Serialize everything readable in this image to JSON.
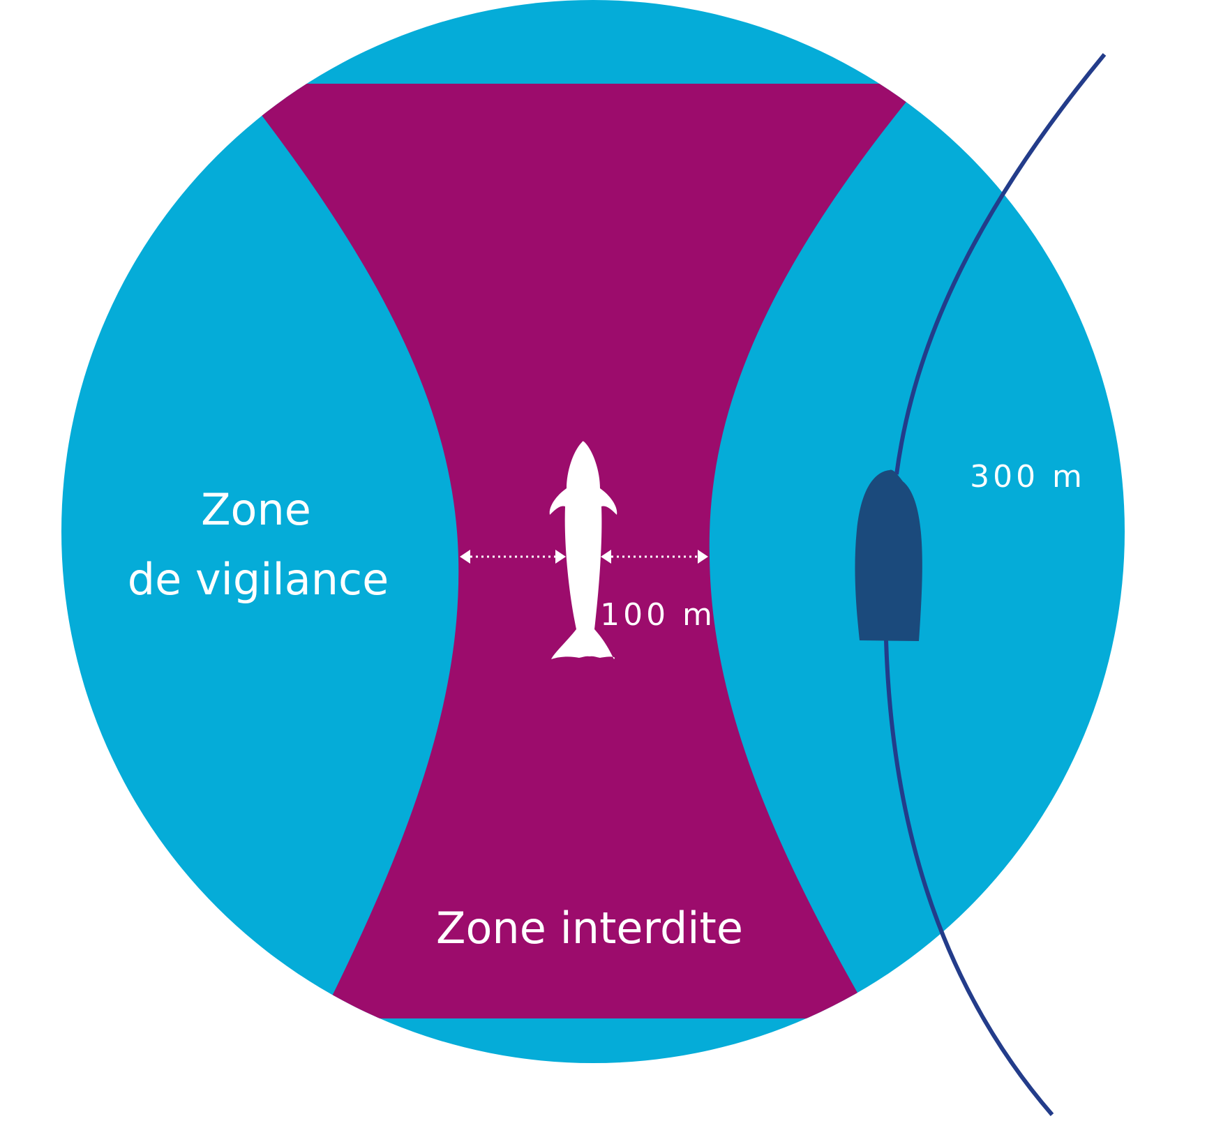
{
  "labels": {
    "vigilance_line1": "Zone",
    "vigilance_line2": "de vigilance",
    "forbidden": "Zone interdite",
    "distance_inner": "100 m",
    "distance_outer": "300 m"
  },
  "colors": {
    "vigilance_zone": "#05acd8",
    "forbidden_zone": "#9c0c6c",
    "boat": "#1b4a7c",
    "boat_track": "#233c8a",
    "whale": "#ffffff",
    "text": "#ffffff"
  },
  "icons": {
    "whale": "whale-icon",
    "boat": "boat-icon"
  }
}
